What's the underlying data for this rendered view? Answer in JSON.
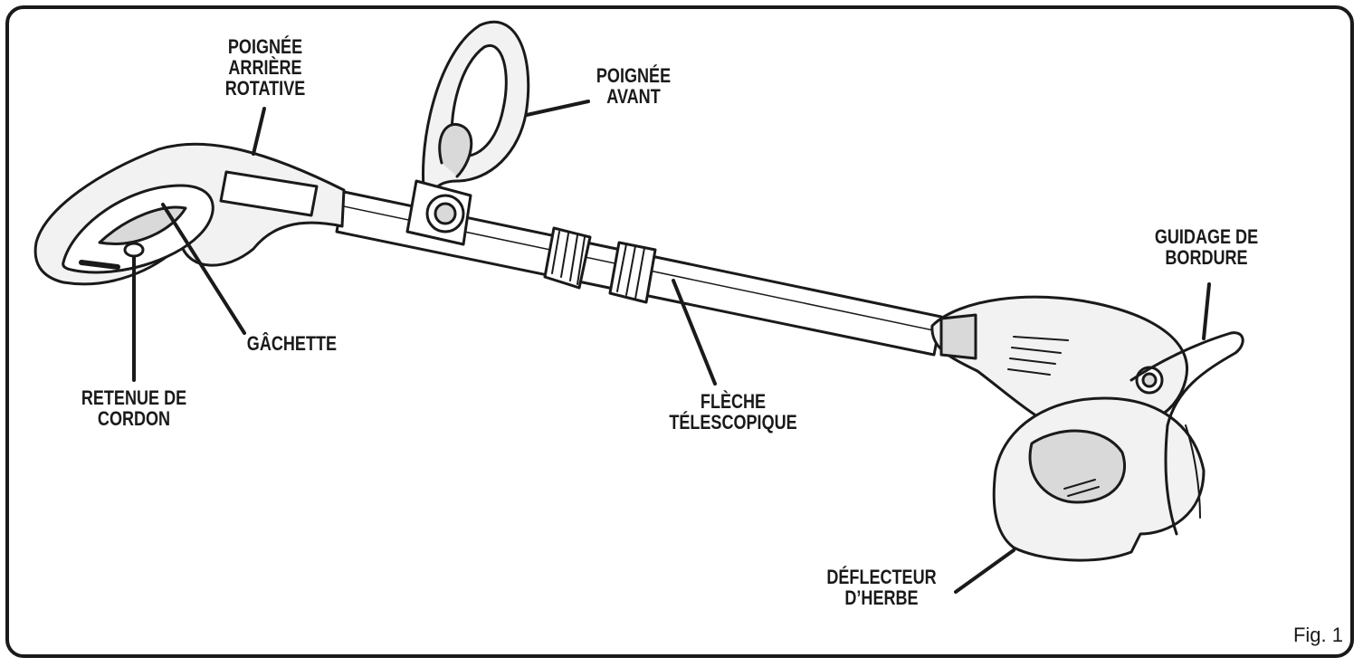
{
  "figure": {
    "label": "Fig. 1",
    "line_color": "#1a1a1a",
    "fill_light": "#f2f2f2",
    "fill_mid": "#d9d9d9"
  },
  "labels": {
    "rear_handle": {
      "line1": "POIGNÉE",
      "line2": "ARRIÈRE",
      "line3": "ROTATIVE"
    },
    "front_handle": {
      "line1": "POIGNÉE",
      "line2": "AVANT"
    },
    "trigger": {
      "line1": "GÂCHETTE"
    },
    "cord_retainer": {
      "line1": "RETENUE DE",
      "line2": "CORDON"
    },
    "telescopic_boom": {
      "line1": "FLÈCHE",
      "line2": "TÉLESCOPIQUE"
    },
    "edge_guide": {
      "line1": "GUIDAGE DE",
      "line2": "BORDURE"
    },
    "grass_deflector": {
      "line1": "DÉFLECTEUR",
      "line2": "D’HERBE"
    }
  }
}
